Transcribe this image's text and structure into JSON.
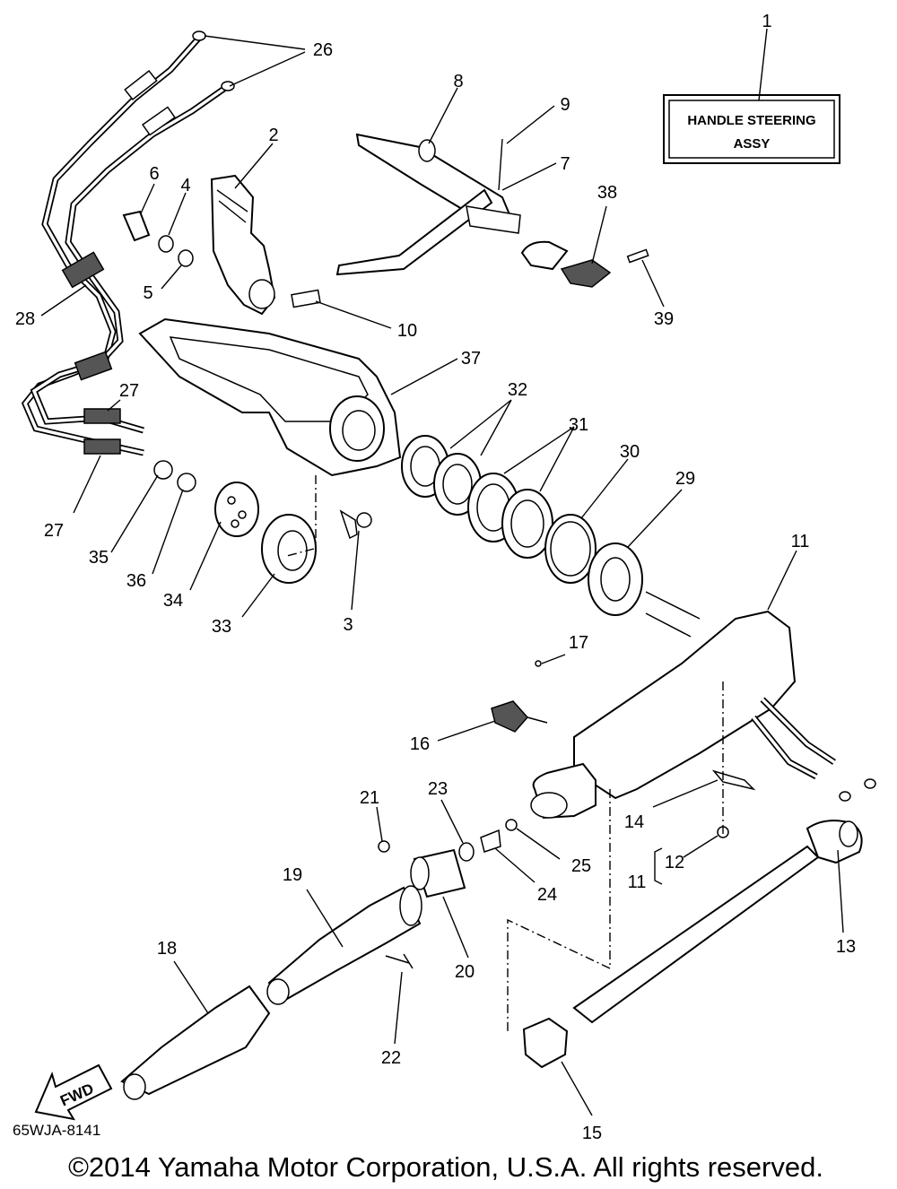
{
  "assembly_box": {
    "line1": "HANDLE STEERING",
    "line2": "ASSY"
  },
  "part_numbers": {
    "p1": "1",
    "p2": "2",
    "p3": "3",
    "p4": "4",
    "p5": "5",
    "p6": "6",
    "p7": "7",
    "p8": "8",
    "p9": "9",
    "p10": "10",
    "p11": "11",
    "p11b": "11",
    "p12": "12",
    "p13": "13",
    "p14": "14",
    "p15": "15",
    "p16": "16",
    "p17": "17",
    "p18": "18",
    "p19": "19",
    "p20": "20",
    "p21": "21",
    "p22": "22",
    "p23": "23",
    "p24": "24",
    "p25": "25",
    "p26": "26",
    "p27a": "27",
    "p27b": "27",
    "p28": "28",
    "p29": "29",
    "p30": "30",
    "p31": "31",
    "p32": "32",
    "p33": "33",
    "p34": "34",
    "p35": "35",
    "p36": "36",
    "p37": "37",
    "p38": "38",
    "p39": "39"
  },
  "fwd_label": "FWD",
  "diagram_code": "65WJA-8141",
  "copyright": "©2014 Yamaha Motor Corporation, U.S.A. All rights reserved."
}
